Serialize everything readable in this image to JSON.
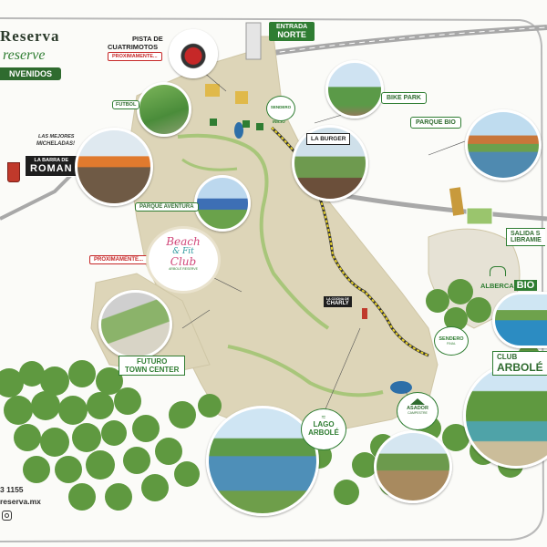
{
  "brand": {
    "title": "Reserva",
    "subtitle": "reserve",
    "welcome": "NVENIDOS"
  },
  "contact": {
    "phone": "3 1155",
    "web": "reserva.mx",
    "social_icon": "instagram-icon"
  },
  "places": {
    "entrada_norte": {
      "line1": "ENTRADA",
      "line2": "NORTE"
    },
    "pista": {
      "line1": "PISTA DE",
      "line2": "CUATRIMOTOS",
      "tag": "PROXIMAMENTE..."
    },
    "futbol": "FUTBOL",
    "bike_park": "BIKE PARK",
    "parque_bio": "PARQUE BIO",
    "la_barra": {
      "note_line1": "LAS MEJORES",
      "note_line2": "MICHELADAS!",
      "sign_line1": "LA BARRA DE",
      "sign_line2": "ROMAN"
    },
    "sendero_inicio": {
      "line1": "SENDERO",
      "line2": "INICIO"
    },
    "la_burger": "LA BURGER",
    "parque_aventura": "PARQUE AVENTURA",
    "salida": {
      "line1": "SALIDA S",
      "line2": "LIBRAMIE"
    },
    "beach_fit": {
      "tag": "PROXIMAMENTE...",
      "line1": "Beach",
      "line2": "& Fit",
      "line3": "Club",
      "small": "ARBOLÉ RESERVE"
    },
    "alberca_bio": {
      "line1": "ALBERCA",
      "line2": "BIO"
    },
    "charly": {
      "line1": "LA COCINA DE",
      "line2": "CHARLY"
    },
    "futuro_town": {
      "line1": "FUTURO",
      "line2": "TOWN CENTER"
    },
    "sendero_final": {
      "line1": "SENDERO",
      "line2": "FINAL"
    },
    "club_arbole": {
      "line1": "CLUB",
      "line2": "ARBOLÉ"
    },
    "lago_arbole": {
      "line1": "LAGO",
      "line2": "ARBOLÉ"
    },
    "asador": {
      "line1": "ASADOR",
      "line2": "CAMPESTRE"
    }
  },
  "colors": {
    "park": "#ddd5b8",
    "road": "#a8a8a8",
    "green": "#2f7d32",
    "trail": "#e8d22a",
    "tree": "#5f9940",
    "red": "#c62828"
  }
}
